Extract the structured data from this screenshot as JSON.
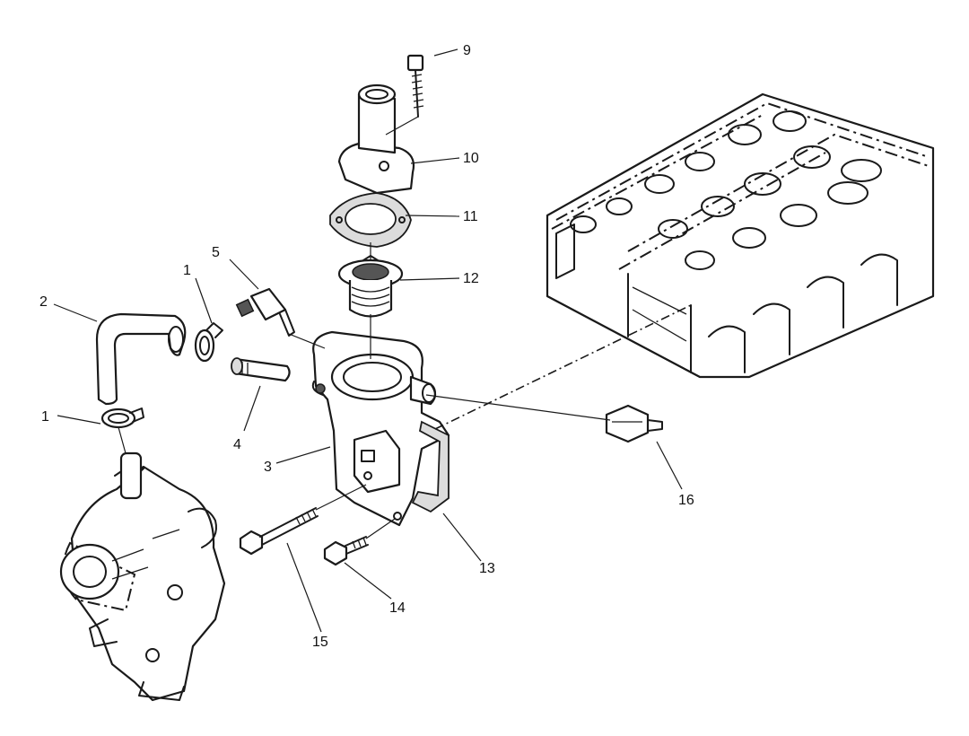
{
  "callouts": {
    "c1a": "1",
    "c1b": "1",
    "c2": "2",
    "c3": "3",
    "c4": "4",
    "c5": "5",
    "c9": "9",
    "c10": "10",
    "c11": "11",
    "c12": "12",
    "c13": "13",
    "c14": "14",
    "c15": "15",
    "c16": "16"
  }
}
